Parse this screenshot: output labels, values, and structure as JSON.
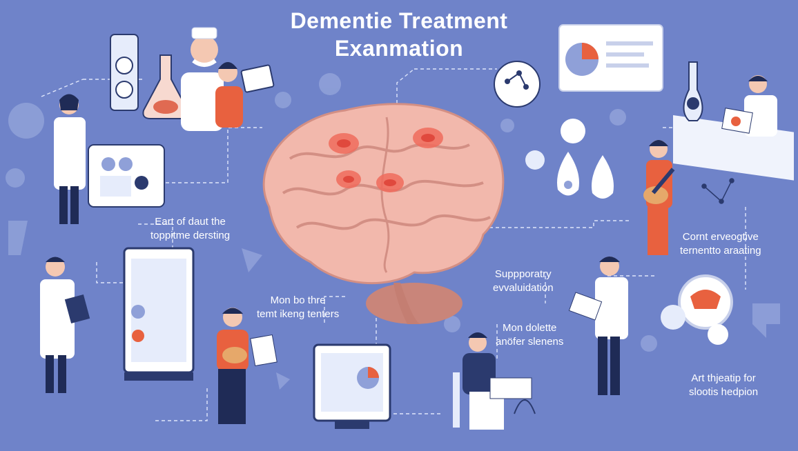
{
  "title": {
    "line1": "Dementie  Treatment",
    "line2": "Exanmation"
  },
  "labels": [
    {
      "id": "left-upper",
      "line1": "Eart of daut the",
      "line2": "toppitme dersting"
    },
    {
      "id": "center-left",
      "line1": "Mon bo thre",
      "line2": "temt ikeng tenters"
    },
    {
      "id": "center-right",
      "line1": "Suppporatry",
      "line2": "evvaluidation"
    },
    {
      "id": "lower-center",
      "line1": "Mon dolette",
      "line2": "anöfer slenens"
    },
    {
      "id": "right-upper",
      "line1": "Cornt erveogtive",
      "line2": "ternentto araating"
    },
    {
      "id": "right-lower",
      "line1": "Art thjeatip for",
      "line2": "slootis hedpion"
    }
  ],
  "icons": [
    "brain-icon",
    "doctor-icon",
    "clipboard-icon",
    "monitor-icon",
    "pie-chart-icon",
    "flask-icon",
    "guitar-icon",
    "person-at-desk-icon",
    "molecule-icon",
    "gear-icon",
    "water-drop-icon",
    "dollar-drop-icon",
    "nurse-icon"
  ],
  "colors": {
    "background": "#6f83c9",
    "brain": "#f2b8ac",
    "brain_shadow": "#d38f84",
    "lesion": "#e0493d",
    "coat": "#ffffff",
    "accent_orange": "#e8613f",
    "navy": "#1f2b56"
  }
}
